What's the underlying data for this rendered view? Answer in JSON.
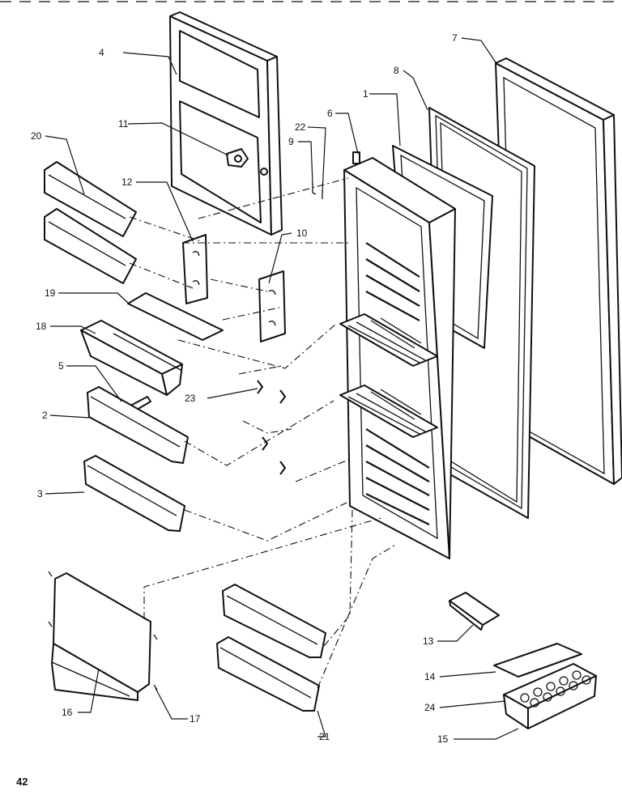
{
  "page_number": "42",
  "callouts": [
    {
      "id": "c1",
      "label": "1"
    },
    {
      "id": "c2",
      "label": "2"
    },
    {
      "id": "c3",
      "label": "3"
    },
    {
      "id": "c4",
      "label": "4"
    },
    {
      "id": "c5",
      "label": "5"
    },
    {
      "id": "c6",
      "label": "6"
    },
    {
      "id": "c7",
      "label": "7"
    },
    {
      "id": "c8",
      "label": "8"
    },
    {
      "id": "c9",
      "label": "9"
    },
    {
      "id": "c10",
      "label": "10"
    },
    {
      "id": "c11",
      "label": "11"
    },
    {
      "id": "c12",
      "label": "12"
    },
    {
      "id": "c13",
      "label": "13"
    },
    {
      "id": "c14",
      "label": "14"
    },
    {
      "id": "c15",
      "label": "15"
    },
    {
      "id": "c16",
      "label": "16"
    },
    {
      "id": "c17",
      "label": "17"
    },
    {
      "id": "c18",
      "label": "18"
    },
    {
      "id": "c19",
      "label": "19"
    },
    {
      "id": "c20",
      "label": "20"
    },
    {
      "id": "c21",
      "label": "21"
    },
    {
      "id": "c22",
      "label": "22"
    },
    {
      "id": "c23",
      "label": "23"
    },
    {
      "id": "c24",
      "label": "24"
    }
  ]
}
